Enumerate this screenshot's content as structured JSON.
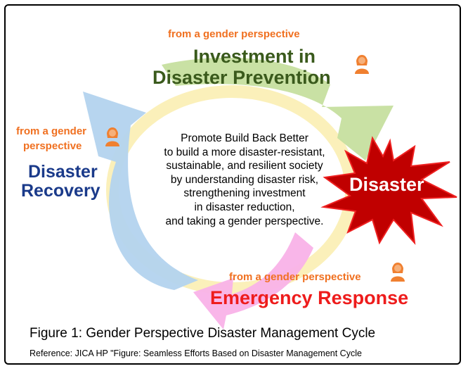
{
  "prevention": {
    "perspective": "from a gender perspective",
    "title_line1": "Investment in",
    "title_line2": "Disaster Prevention"
  },
  "recovery": {
    "perspective_line1": "from a gender",
    "perspective_line2": "perspective",
    "title_line1": "Disaster",
    "title_line2": "Recovery"
  },
  "disaster": {
    "label": "Disaster"
  },
  "response": {
    "perspective": "from a gender perspective",
    "title": "Emergency Response"
  },
  "center_text": [
    "Promote Build Back Better",
    "to build a more disaster-resistant,",
    "sustainable, and resilient society",
    "by understanding disaster risk,",
    "strengthening investment",
    "in disaster reduction,",
    "and taking a gender perspective."
  ],
  "caption": "Figure 1: Gender Perspective Disaster Management Cycle",
  "reference": "Reference: JICA HP \"Figure: Seamless Efforts Based on Disaster Management Cycle",
  "colors": {
    "prevention_arrow": "#c6df9f",
    "recovery_arrow": "#b3d3ee",
    "response_arrow": "#f9b2e8",
    "cycle_ring": "#fbeeb2",
    "disaster_star": "#c00000",
    "disaster_star_outline": "#ee2020",
    "person_icon": "#f08030"
  },
  "icons": [
    "person-icon-prevention",
    "person-icon-recovery",
    "person-icon-response",
    "disaster-starburst"
  ]
}
